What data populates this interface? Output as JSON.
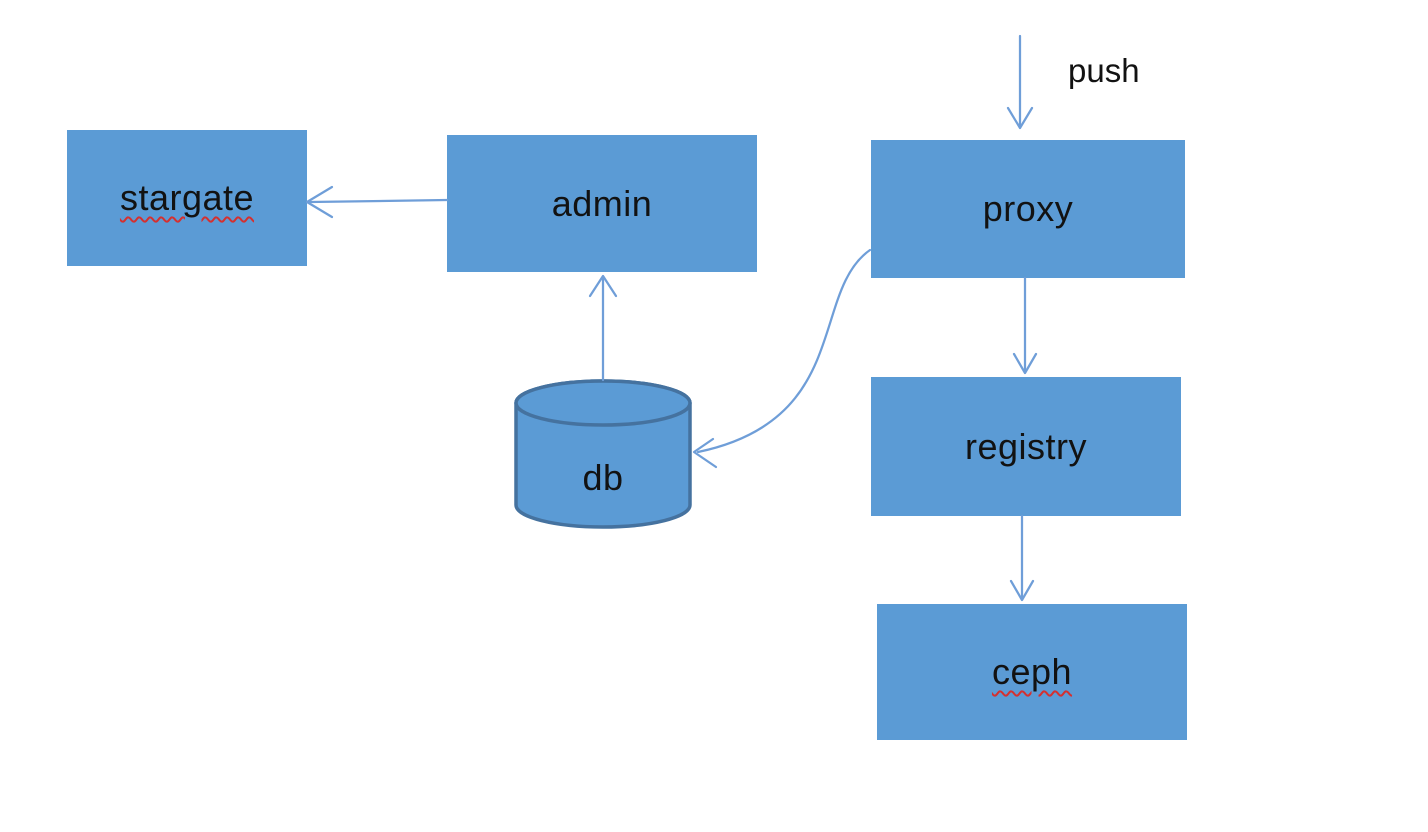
{
  "nodes": {
    "stargate": {
      "label": "stargate",
      "shape": "rectangle",
      "misspelled": true
    },
    "admin": {
      "label": "admin",
      "shape": "rectangle",
      "misspelled": false
    },
    "proxy": {
      "label": "proxy",
      "shape": "rectangle",
      "misspelled": false
    },
    "registry": {
      "label": "registry",
      "shape": "rectangle",
      "misspelled": false
    },
    "ceph": {
      "label": "ceph",
      "shape": "rectangle",
      "misspelled": true
    },
    "db": {
      "label": "db",
      "shape": "cylinder",
      "misspelled": false
    }
  },
  "annotations": {
    "push": {
      "label": "push"
    }
  },
  "edges": [
    {
      "name": "push-into-proxy",
      "from": "external",
      "to": "proxy",
      "style": "straight"
    },
    {
      "name": "admin-to-stargate",
      "from": "admin",
      "to": "stargate",
      "style": "straight"
    },
    {
      "name": "db-to-admin",
      "from": "db",
      "to": "admin",
      "style": "straight"
    },
    {
      "name": "proxy-to-registry",
      "from": "proxy",
      "to": "registry",
      "style": "straight"
    },
    {
      "name": "registry-to-ceph",
      "from": "registry",
      "to": "ceph",
      "style": "straight"
    },
    {
      "name": "proxy-to-db",
      "from": "proxy",
      "to": "db",
      "style": "curved"
    }
  ],
  "colors": {
    "node_fill": "#5b9bd5",
    "cylinder_stroke": "#45729f",
    "connector": "#6f9ed8",
    "text": "#121212",
    "misspell_underline": "#d43030",
    "background": "#ffffff"
  }
}
